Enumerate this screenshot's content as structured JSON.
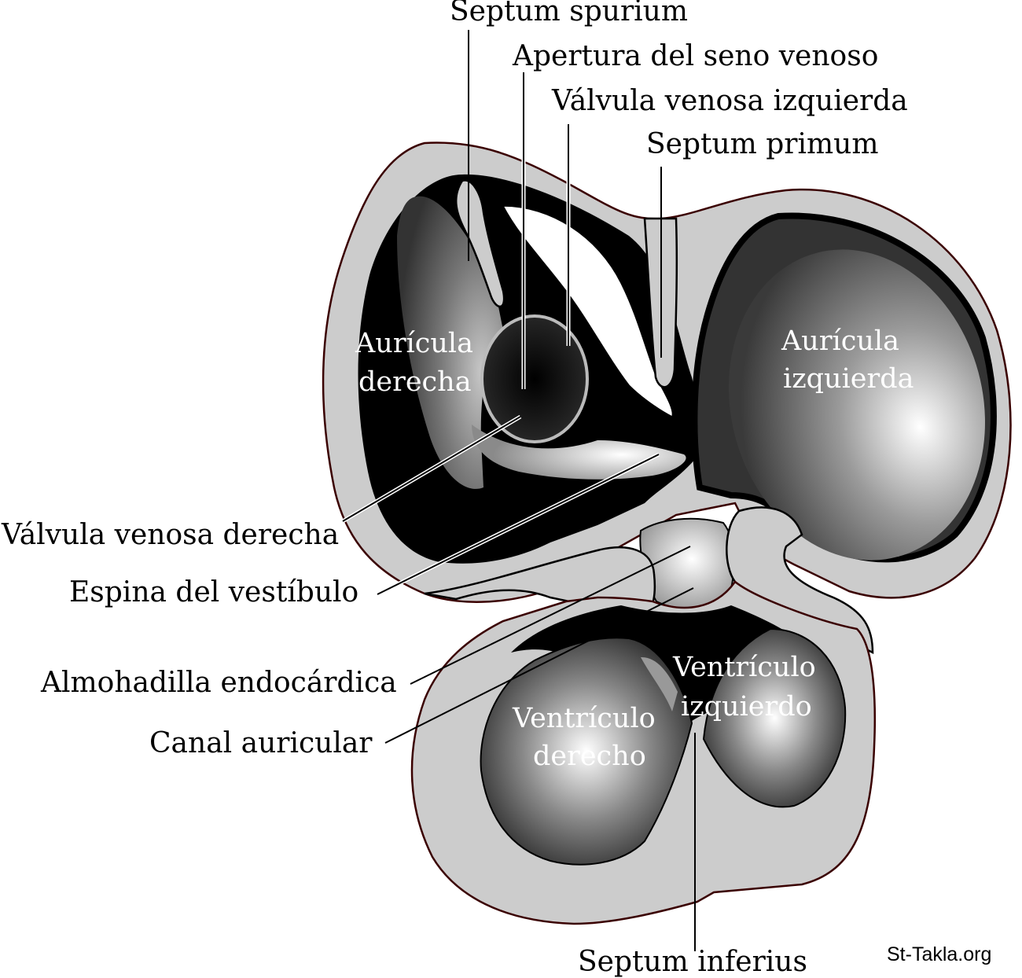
{
  "figure": {
    "subject": "Corazón embrionario — sección frontal",
    "credit": "St-Takla.org"
  },
  "labels_external": {
    "septum_spurium": "Septum spurium",
    "apertura_seno_venoso": "Apertura del seno venoso",
    "valvula_venosa_izquierda": "Válvula venosa izquierda",
    "septum_primum": "Septum primum",
    "valvula_venosa_derecha": "Válvula venosa derecha",
    "espina_vestibulo": "Espina del vestíbulo",
    "almohadilla_endocardica": "Almohadilla endocárdica",
    "canal_auricular": "Canal auricular",
    "septum_inferius": "Septum inferius"
  },
  "labels_internal": {
    "auricula_derecha": [
      "Aurícula",
      "derecha"
    ],
    "auricula_izquierda": [
      "Aurícula",
      "izquierda"
    ],
    "ventriculo_derecho": [
      "Ventrículo",
      "derecho"
    ],
    "ventriculo_izquierdo": [
      "Ventrículo",
      "izquierdo"
    ]
  },
  "colors": {
    "wall": "#cccccc",
    "cavity_dark": "#333333",
    "cavity_black": "#000000",
    "highlight": "#ffffff",
    "outline": "#000000",
    "outer_edge": "#3a0000"
  }
}
